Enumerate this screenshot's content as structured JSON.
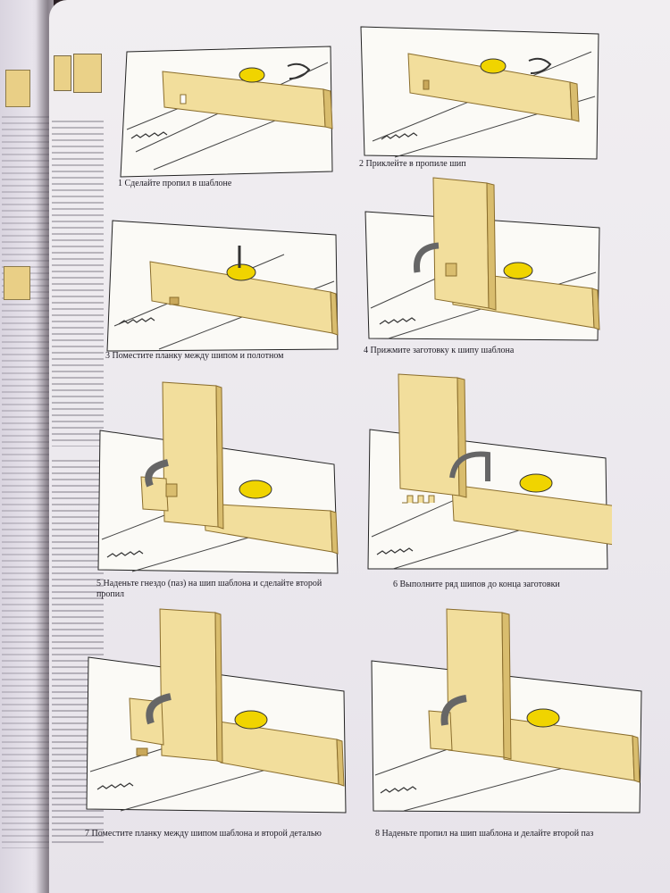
{
  "captions": {
    "step1": "1 Сделайте пропил в шаблоне",
    "step2": "2 Приклейте в пропиле шип",
    "step3": "3 Поместите планку между шипом и полотном",
    "step4": "4 Прижмите заготовку к шипу шаблона",
    "step5": "5 Наденьте гнездо (паз) на шип шаблона и сделайте второй пропил",
    "step6": "6 Выполните ряд шипов до конца заготовки",
    "step7": "7 Поместите планку между шипом шаблона и второй деталью",
    "step8": "8 Наденьте пропил на шип шаблона и делайте второй паз"
  },
  "colors": {
    "wood": "#f2de9c",
    "wood_edge": "#c9a85a",
    "clamp_yellow": "#f0d400",
    "ink": "#1d1b24",
    "page": "#eeebf0"
  }
}
